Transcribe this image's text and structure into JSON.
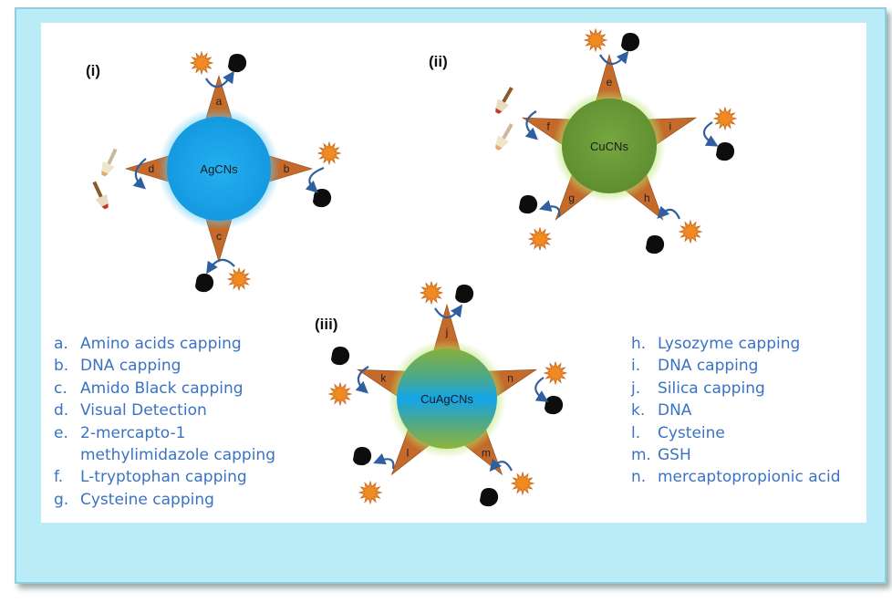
{
  "panels": [
    {
      "id": "i",
      "label": "(i)",
      "core": "AgCNs",
      "arms": [
        "a",
        "b",
        "c",
        "d"
      ]
    },
    {
      "id": "ii",
      "label": "(ii)",
      "core": "CuCNs",
      "arms": [
        "e",
        "i",
        "h",
        "g",
        "f"
      ]
    },
    {
      "id": "iii",
      "label": "(iii)",
      "core": "CuAgCNs",
      "arms": [
        "j",
        "n",
        "m",
        "l",
        "k"
      ]
    }
  ],
  "legend_left": [
    {
      "key": "a.",
      "text": "Amino acids capping"
    },
    {
      "key": "b.",
      "text": "DNA capping"
    },
    {
      "key": "c.",
      "text": "Amido Black capping"
    },
    {
      "key": "d.",
      "text": "Visual Detection"
    },
    {
      "key": "e.",
      "text": "2-mercapto-1"
    },
    {
      "key": "",
      "text": "methylimidazole capping"
    },
    {
      "key": "f.",
      "text": "L-tryptophan capping"
    },
    {
      "key": "g.",
      "text": "Cysteine capping"
    }
  ],
  "legend_right": [
    {
      "key": "h.",
      "text": "Lysozyme capping"
    },
    {
      "key": "i.",
      "text": "DNA capping"
    },
    {
      "key": "j.",
      "text": "Silica capping"
    },
    {
      "key": "k.",
      "text": "DNA"
    },
    {
      "key": "l.",
      "text": "Cysteine"
    },
    {
      "key": "m.",
      "text": "GSH"
    },
    {
      "key": "n.",
      "text": "mercaptopropionic acid"
    }
  ],
  "colors": {
    "frame": "#b9ecf6",
    "legend_text": "#3a72c4",
    "arm_fill": "#c46a2a",
    "arrow": "#2f5fa0",
    "star": "#f08a22",
    "ag_core": "#1aa6ea",
    "cu_core": "#6c9a38",
    "cuag_top": "#7fae3a",
    "cuag_mid": "#15a4e6"
  },
  "icons": [
    "starburst-icon",
    "black-blob-icon",
    "curved-arrow-icon",
    "brush-icon"
  ]
}
